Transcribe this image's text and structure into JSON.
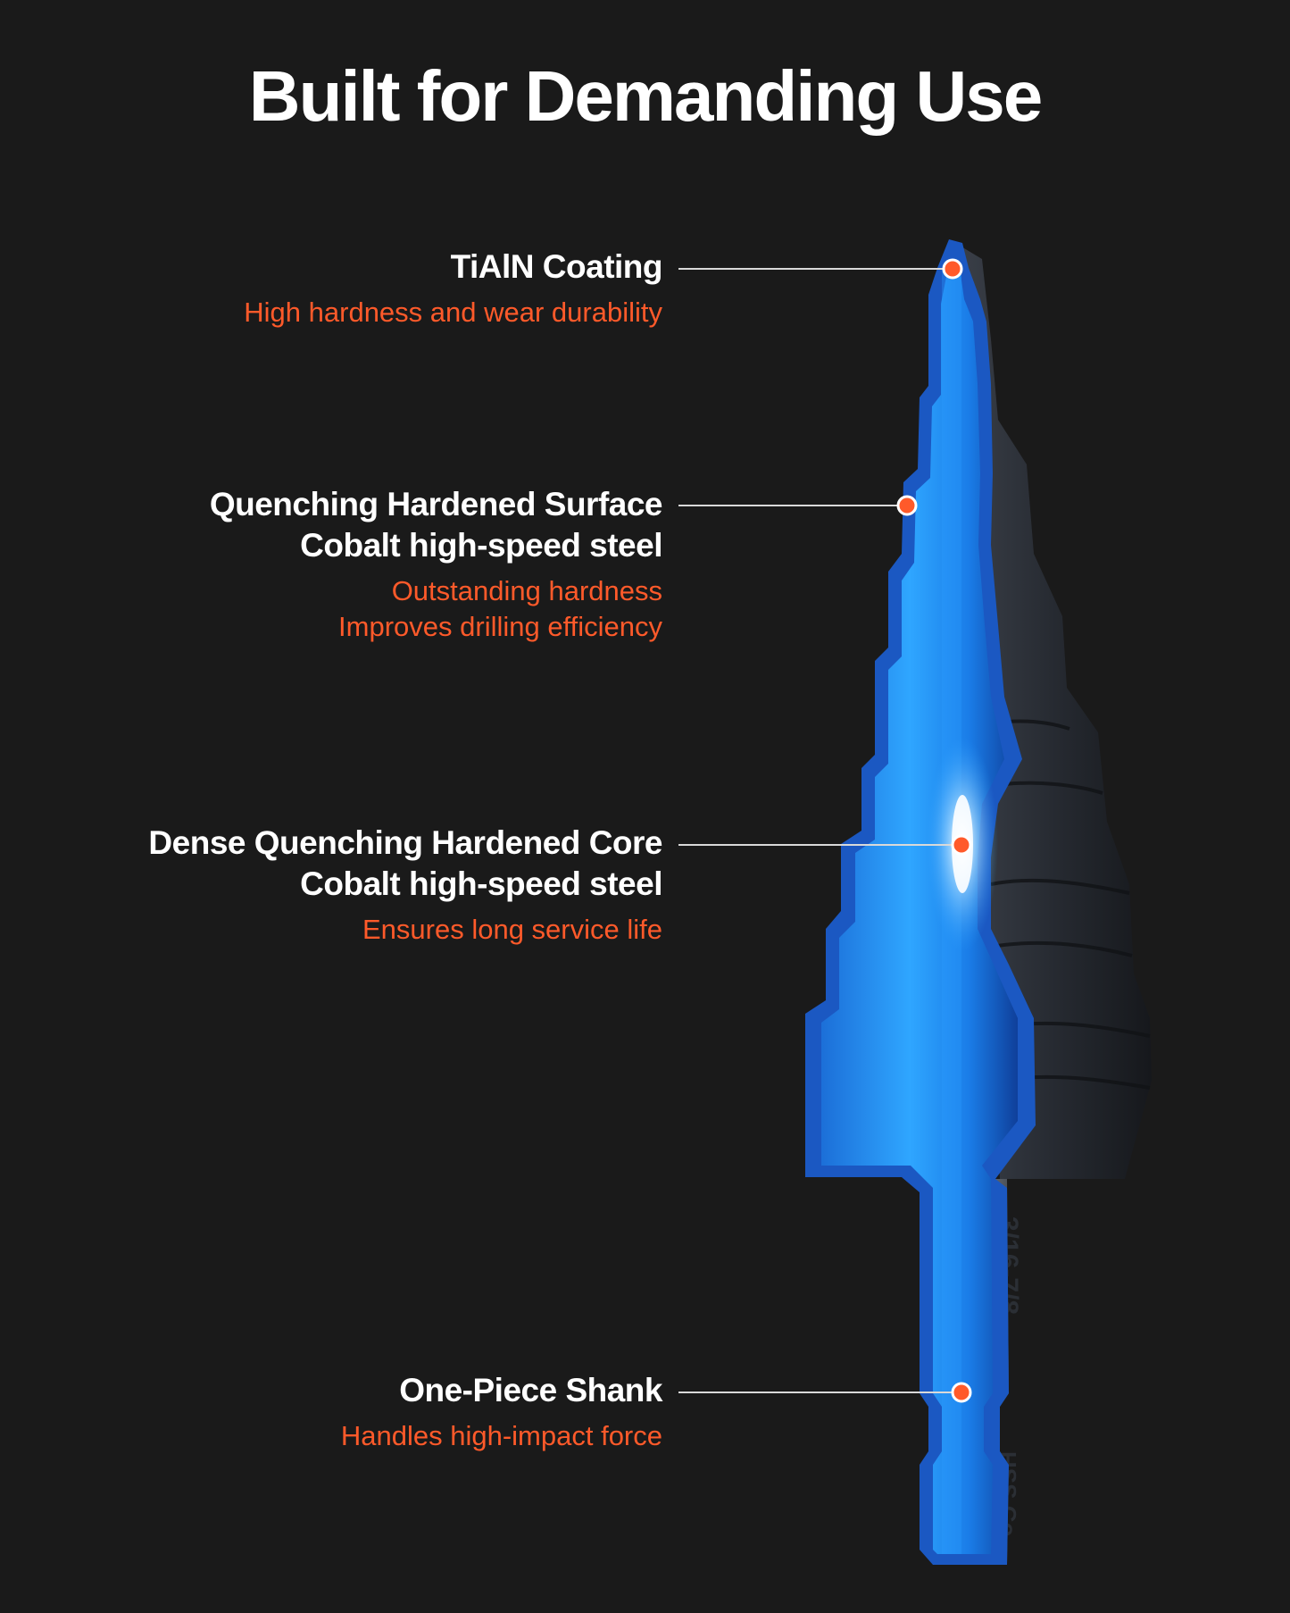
{
  "title": "Built for Demanding Use",
  "colors": {
    "background": "#1a1a1a",
    "accent": "#ff5a2a",
    "drill_blue": "#1e8ef0",
    "heading": "#ffffff"
  },
  "callouts": [
    {
      "heading_lines": [
        "TiAlN Coating"
      ],
      "sub_lines": [
        "High hardness and wear durability"
      ]
    },
    {
      "heading_lines": [
        "Quenching Hardened Surface",
        "Cobalt high-speed steel"
      ],
      "sub_lines": [
        "Outstanding hardness",
        "Improves drilling efficiency"
      ]
    },
    {
      "heading_lines": [
        "Dense Quenching Hardened Core",
        "Cobalt high-speed steel"
      ],
      "sub_lines": [
        "Ensures long service life"
      ]
    },
    {
      "heading_lines": [
        "One-Piece Shank"
      ],
      "sub_lines": [
        "Handles high-impact force"
      ]
    }
  ],
  "bit_markings": {
    "size": "3/16-7/8",
    "material": "HSS Co"
  }
}
